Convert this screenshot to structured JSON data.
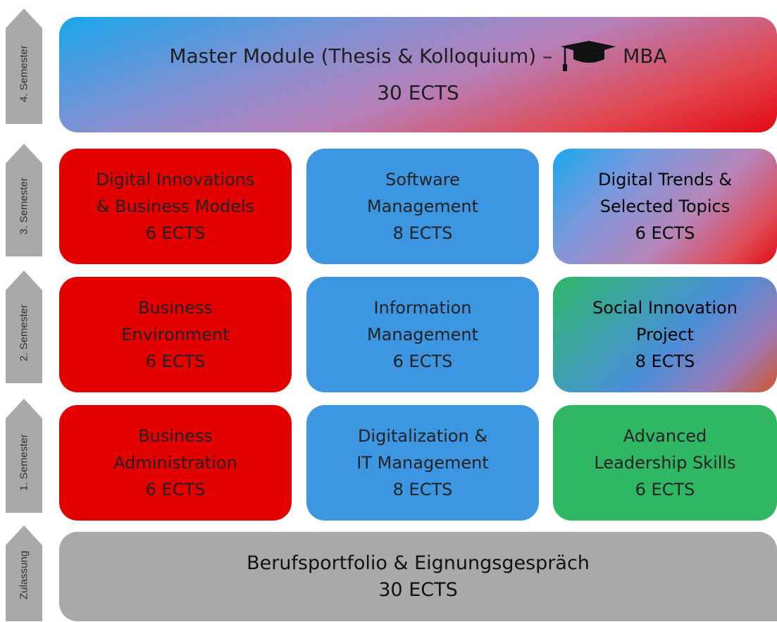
{
  "semesters": [
    "4. Semester",
    "3. Semester",
    "2. Semester",
    "1. Semester",
    "Zulassung"
  ],
  "top": {
    "title_pre": "Master Module (Thesis & Kolloquium) –",
    "title_post": "MBA",
    "ects": "30 ECTS",
    "icon": "graduation-cap-icon"
  },
  "row3": [
    {
      "l1": "Digital Innovations",
      "l2": "& Business Models",
      "ects": "6 ECTS"
    },
    {
      "l1": "Software",
      "l2": "Management",
      "ects": "8 ECTS"
    },
    {
      "l1": "Digital Trends &",
      "l2": "Selected Topics",
      "ects": "6 ECTS"
    }
  ],
  "row2": [
    {
      "l1": "Business",
      "l2": "Environment",
      "ects": "6 ECTS"
    },
    {
      "l1": "Information",
      "l2": "Management",
      "ects": "6 ECTS"
    },
    {
      "l1": "Social Innovation",
      "l2": "Project",
      "ects": "8 ECTS"
    }
  ],
  "row1": [
    {
      "l1": "Business",
      "l2": "Administration",
      "ects": "6 ECTS"
    },
    {
      "l1": "Digitalization &",
      "l2": "IT Management",
      "ects": "8 ECTS"
    },
    {
      "l1": "Advanced",
      "l2": "Leadership Skills",
      "ects": "6 ECTS"
    }
  ],
  "bottom": {
    "title": "Berufsportfolio & Eignungsgespräch",
    "ects": "30 ECTS"
  },
  "colors": {
    "red": "#e30000",
    "blue": "#3d96e2",
    "green": "#2fb764",
    "grey": "#a9a9a9"
  }
}
